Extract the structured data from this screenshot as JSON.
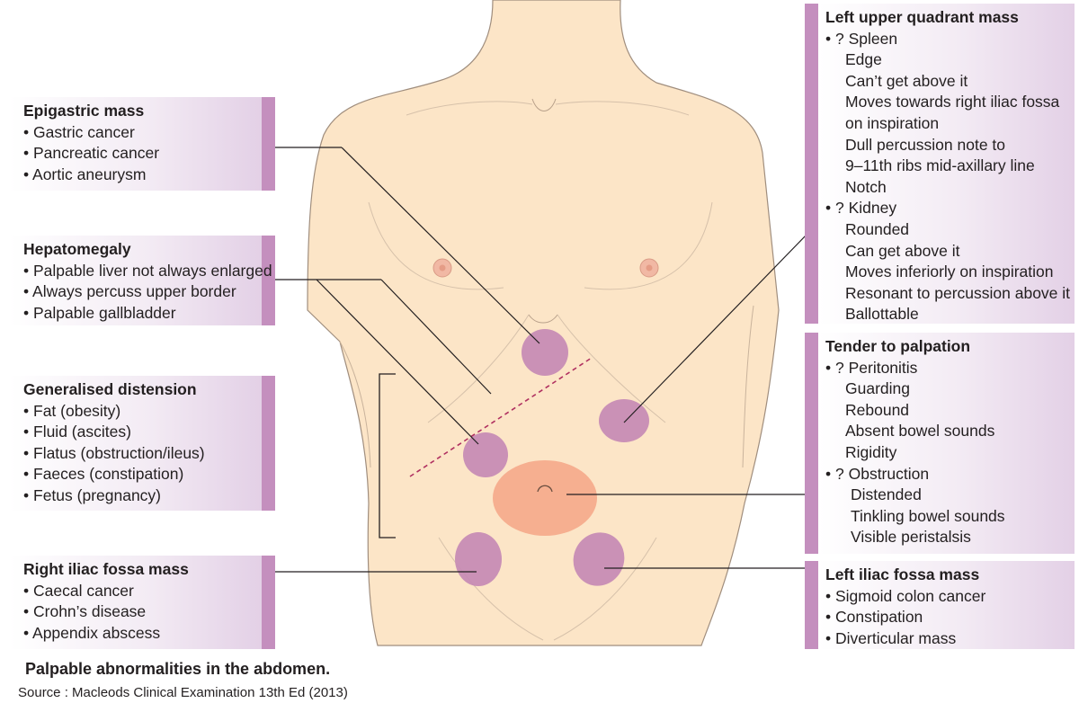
{
  "panels": {
    "epigastric": {
      "title": "Epigastric mass",
      "items": [
        "Gastric cancer",
        "Pancreatic cancer",
        "Aortic aneurysm"
      ]
    },
    "hepatomegaly": {
      "title": "Hepatomegaly",
      "items": [
        "Palpable liver not always enlarged",
        "Always percuss upper border",
        "Palpable gallbladder"
      ]
    },
    "distension": {
      "title": "Generalised distension",
      "items": [
        "Fat (obesity)",
        "Fluid (ascites)",
        "Flatus (obstruction/ileus)",
        "Faeces (constipation)",
        "Fetus (pregnancy)"
      ]
    },
    "rif": {
      "title": "Right iliac fossa mass",
      "items": [
        "Caecal cancer",
        "Crohn’s disease",
        "Appendix abscess"
      ]
    },
    "luq": {
      "title": "Left upper quadrant mass",
      "spleen": {
        "label": "? Spleen",
        "details": [
          "Edge",
          "Can’t get above it",
          "Moves towards right iliac fossa",
          "on inspiration",
          "Dull percussion note to",
          "9–11th ribs mid-axillary line",
          "Notch"
        ]
      },
      "kidney": {
        "label": "? Kidney",
        "details": [
          "Rounded",
          "Can get above it",
          "Moves inferiorly on inspiration",
          "Resonant to percussion above it",
          "Ballottable"
        ]
      }
    },
    "tender": {
      "title": "Tender to palpation",
      "peritonitis": {
        "label": "? Peritonitis",
        "details": [
          "Guarding",
          "Rebound",
          "Absent bowel sounds",
          "Rigidity"
        ]
      },
      "obstruction": {
        "label": "? Obstruction",
        "details": [
          "Distended",
          "Tinkling bowel sounds",
          "Visible peristalsis"
        ]
      }
    },
    "lif": {
      "title": "Left iliac fossa mass",
      "items": [
        "Sigmoid colon cancer",
        "Constipation",
        "Diverticular mass"
      ]
    }
  },
  "caption": "Palpable abnormalities in the abdomen.",
  "source": "Source : Macleods Clinical Examination 13th Ed (2013)",
  "colors": {
    "skin": "#fce5c7",
    "skin_outline": "#a08e7e",
    "mass": "#c68ab4",
    "umbilical_area": "#f5a98a",
    "panel_strip": "#c48fbe",
    "panel_fill": "#e3d0e6",
    "dashed_line": "#b03060"
  }
}
